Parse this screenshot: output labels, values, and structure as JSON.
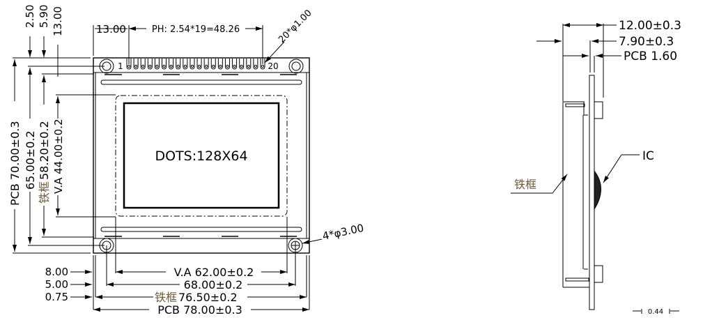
{
  "front_view": {
    "display_label": "DOTS:128X64",
    "pin_first": "1",
    "pin_last": "20",
    "pin_count": 20,
    "top_dims": {
      "left_offset": "13.00",
      "pin_pitch": "PH: 2.54*19=48.26",
      "pin_hole": "20*φ1.00"
    },
    "top_left_vertical_dims": [
      "2.50",
      "5.90",
      "13.00"
    ],
    "left_dims": {
      "pcb_height": "PCB  70.00±0.3",
      "hole_spacing": "65.00±0.2",
      "frame_label": "铁框",
      "frame_height": " 58.20±0.2",
      "va_height": "V.A  44.00±0.2"
    },
    "mount_hole": "4*φ3.00",
    "bottom_left_dims": [
      "8.00",
      "5.00",
      "0.75"
    ],
    "bottom_dims": {
      "va_width": "V.A  62.00±0.2",
      "hole_spacing": "68.00±0.2",
      "frame_label": "铁框",
      "frame_width": " 76.50±0.2",
      "pcb_width": "PCB  78.00±0.3"
    }
  },
  "side_view": {
    "total_thickness": "12.00±0.3",
    "module_thickness": "7.90±0.3",
    "pcb_thickness": "PCB  1.60",
    "frame_label": "铁框",
    "ic_label": "IC",
    "pin_dim": "0.44"
  }
}
